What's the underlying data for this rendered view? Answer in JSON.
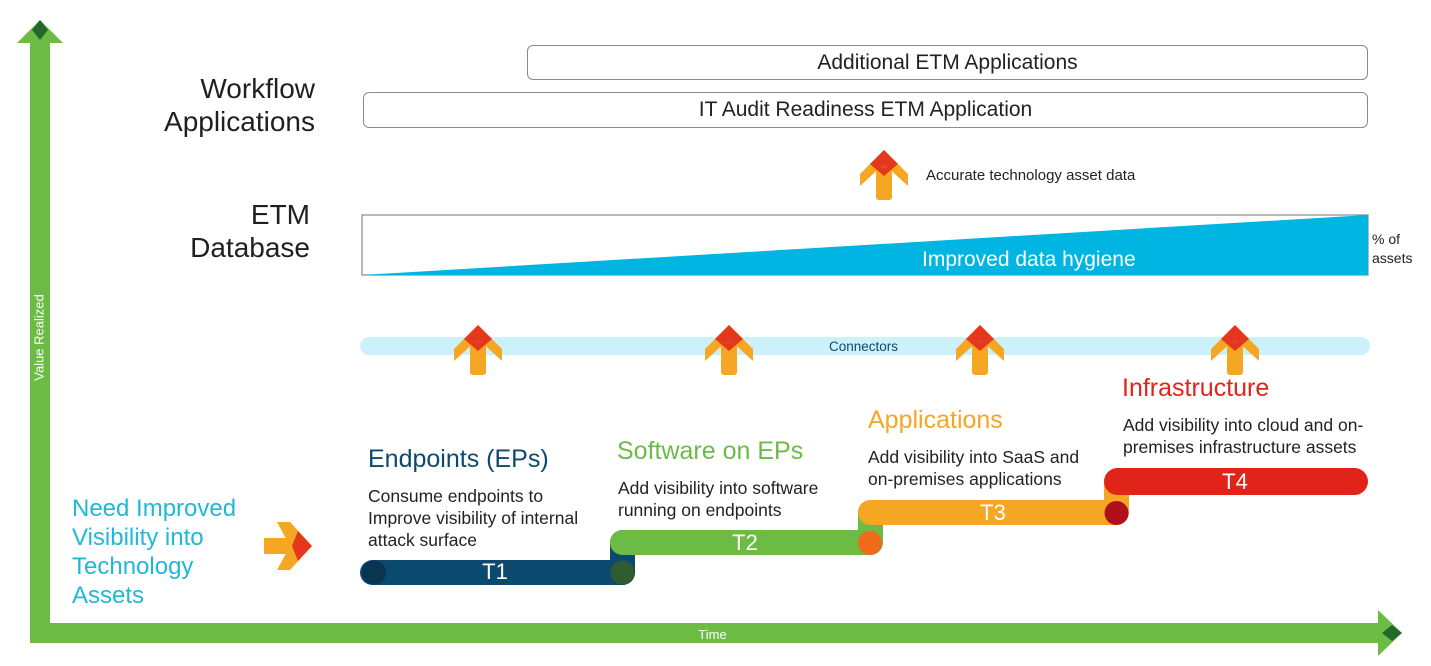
{
  "axes": {
    "y_label": "Value Realized",
    "x_label": "Time"
  },
  "layers": {
    "workflow": "Workflow Applications",
    "database": "ETM Database"
  },
  "workflow_apps": {
    "additional": "Additional ETM Applications",
    "audit": "IT Audit Readiness ETM Application"
  },
  "accurate_data": "Accurate technology asset data",
  "hygiene": {
    "label": "Improved data hygiene",
    "unit_note": "% of assets"
  },
  "connectors": "Connectors",
  "need": "Need Improved Visibility into Technology Assets",
  "stages": [
    {
      "title": "Endpoints (EPs)",
      "desc": "Consume endpoints to Improve visibility of internal attack surface",
      "bar": "T1",
      "color": "#0b4a6e"
    },
    {
      "title": "Software on EPs",
      "desc": "Add visibility into software running on endpoints",
      "bar": "T2",
      "color": "#6cbb45"
    },
    {
      "title": "Applications",
      "desc": "Add visibility into SaaS and on-premises applications",
      "bar": "T3",
      "color": "#f5a623"
    },
    {
      "title": "Infrastructure",
      "desc": "Add visibility into cloud and on-premises infrastructure assets",
      "bar": "T4",
      "color": "#e2231a"
    }
  ],
  "colors": {
    "axis": "#6cbb45",
    "hygiene": "#00b5e2",
    "connectors": "#cdf1fb",
    "need": "#1fb8d8"
  }
}
